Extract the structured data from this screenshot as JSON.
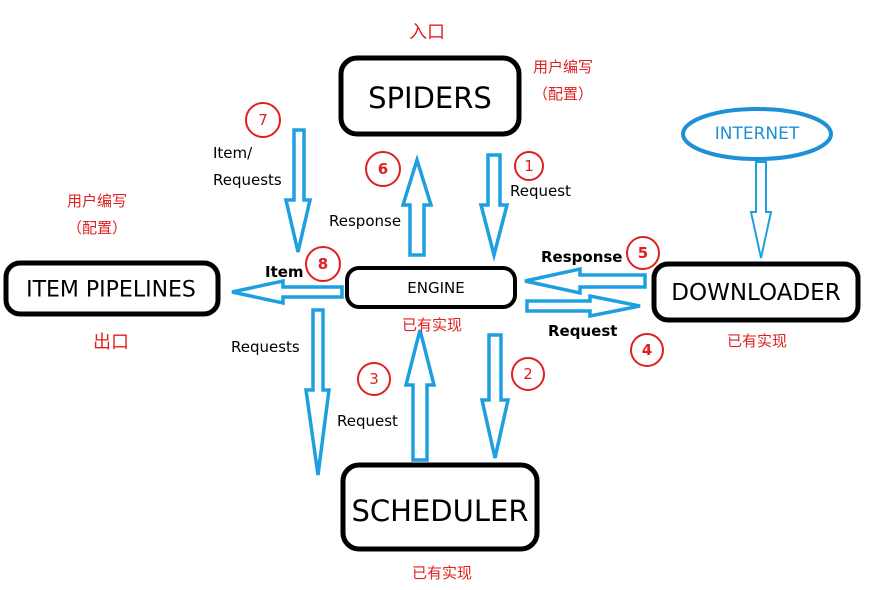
{
  "nodes": {
    "spiders": "SPIDERS",
    "engine": "ENGINE",
    "downloader": "DOWNLOADER",
    "scheduler": "SCHEDULER",
    "item_pipelines": "ITEM PIPELINES",
    "internet": "INTERNET"
  },
  "notes": {
    "entry": "入口",
    "exit": "出口",
    "spiders_user_write": "用户编写",
    "spiders_config": "（配置）",
    "pipelines_user_write": "用户编写",
    "pipelines_config": "（配置）",
    "engine_implemented": "已有实现",
    "downloader_implemented": "已有实现",
    "scheduler_implemented": "已有实现"
  },
  "steps": [
    "1",
    "2",
    "3",
    "4",
    "5",
    "6",
    "7",
    "8"
  ],
  "edge_labels": {
    "step1": "Request",
    "step3": "Request",
    "step4": "Request",
    "step5": "Response",
    "step6": "Response",
    "step7_line1": "Item/",
    "step7_line2": "Requests",
    "step8": "Item",
    "pipeline_requests": "Requests"
  },
  "colors": {
    "arrow": "#1ea0e0",
    "step_marker": "#e02020",
    "note_text": "#e02020",
    "internet": "#1e90d6",
    "box_border": "#000000"
  }
}
